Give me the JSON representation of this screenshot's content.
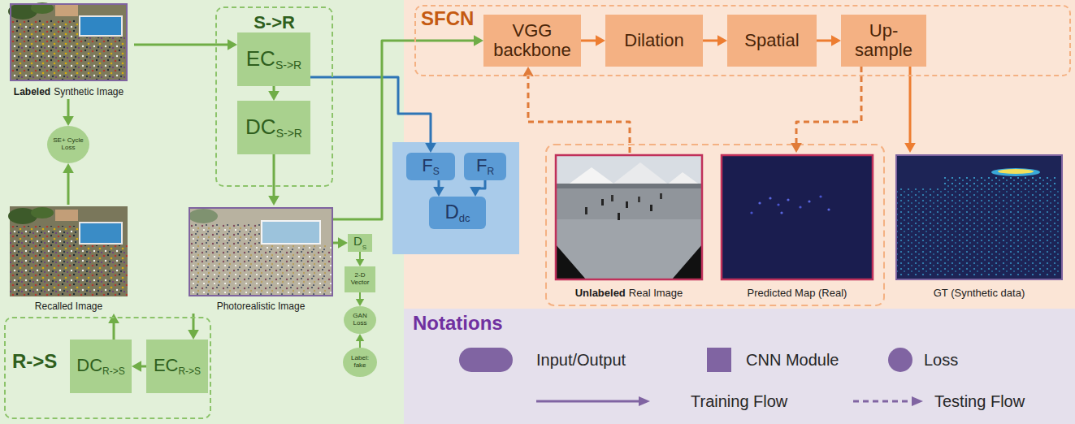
{
  "diagram": {
    "nodes": [
      {
        "text": [
          "S->R"
        ]
      },
      {
        "text": [
          "EC",
          "S->R"
        ],
        "in": 0
      },
      {
        "text": [
          "DC",
          "S->R"
        ],
        "in": 0
      },
      {
        "text": [
          "R->S"
        ]
      },
      {
        "text": [
          "DC",
          "R->S"
        ],
        "in": 3
      },
      {
        "text": [
          "EC",
          "R->S"
        ],
        "in": 3
      },
      {
        "text": [
          "Labeled",
          "Synthetic Image"
        ]
      },
      {
        "text": [
          "SE+ Cycle Loss"
        ]
      },
      {
        "text": [
          "Recalled Image"
        ]
      },
      {
        "text": [
          "Photorealistic Image"
        ]
      },
      {
        "text": [
          "D",
          "S"
        ]
      },
      {
        "text": [
          "2-D Vector"
        ]
      },
      {
        "text": [
          "GAN Loss"
        ]
      },
      {
        "text": [
          "Label: fake"
        ]
      },
      {
        "text": [
          "SFCN"
        ]
      },
      {
        "text": [
          "VGG backbone"
        ],
        "in": 14
      },
      {
        "text": [
          "Dilation"
        ],
        "in": 14
      },
      {
        "text": [
          "Spatial"
        ],
        "in": 14
      },
      {
        "text": [
          "Up- sample"
        ],
        "in": 14
      },
      {
        "text": [
          "F",
          "S"
        ]
      },
      {
        "text": [
          "F",
          "R"
        ]
      },
      {
        "text": [
          "D",
          "dc"
        ]
      },
      {
        "text": [
          "Unlabeled",
          "Real Image"
        ]
      },
      {
        "text": [
          "Predicted Map (Real)"
        ]
      },
      {
        "text": [
          "GT (Synthetic data)"
        ]
      }
    ],
    "edges": [
      {
        "from": 6,
        "to": 1,
        "arrow": "to"
      },
      {
        "from": 1,
        "to": 2,
        "arrow": "to"
      },
      {
        "from": 2,
        "to": 9,
        "arrow": "to"
      },
      {
        "from": 1,
        "to": 19,
        "arrow": "to"
      },
      {
        "from": 9,
        "to": 15,
        "arrow": "to"
      },
      {
        "from": 9,
        "to": 10,
        "arrow": "to"
      },
      {
        "from": 10,
        "to": 11,
        "arrow": "to"
      },
      {
        "from": 11,
        "to": 12,
        "arrow": "to"
      },
      {
        "from": 13,
        "to": 12,
        "arrow": "to"
      },
      {
        "from": 9,
        "to": 5,
        "arrow": "to"
      },
      {
        "from": 5,
        "to": 4,
        "arrow": "to"
      },
      {
        "from": 4,
        "to": 8,
        "arrow": "to"
      },
      {
        "from": 6,
        "to": 7,
        "arrow": "to"
      },
      {
        "from": 8,
        "to": 7,
        "arrow": "to"
      },
      {
        "from": 19,
        "to": 21,
        "arrow": "to"
      },
      {
        "from": 20,
        "to": 21,
        "arrow": "to"
      },
      {
        "from": 15,
        "to": 16,
        "arrow": "to"
      },
      {
        "from": 16,
        "to": 17,
        "arrow": "to"
      },
      {
        "from": 17,
        "to": 18,
        "arrow": "to"
      },
      {
        "from": 18,
        "to": 24,
        "arrow": "to"
      },
      {
        "from": 18,
        "to": 23,
        "arrow": "to"
      },
      {
        "from": 22,
        "to": 15,
        "arrow": "to"
      }
    ],
    "labels": [
      "Notations"
    ],
    "legend": [
      {
        "text": "Input/Output"
      },
      {
        "text": "CNN Module"
      },
      {
        "text": "Loss"
      },
      {
        "text": "Training Flow"
      },
      {
        "text": "Testing Flow"
      }
    ]
  }
}
